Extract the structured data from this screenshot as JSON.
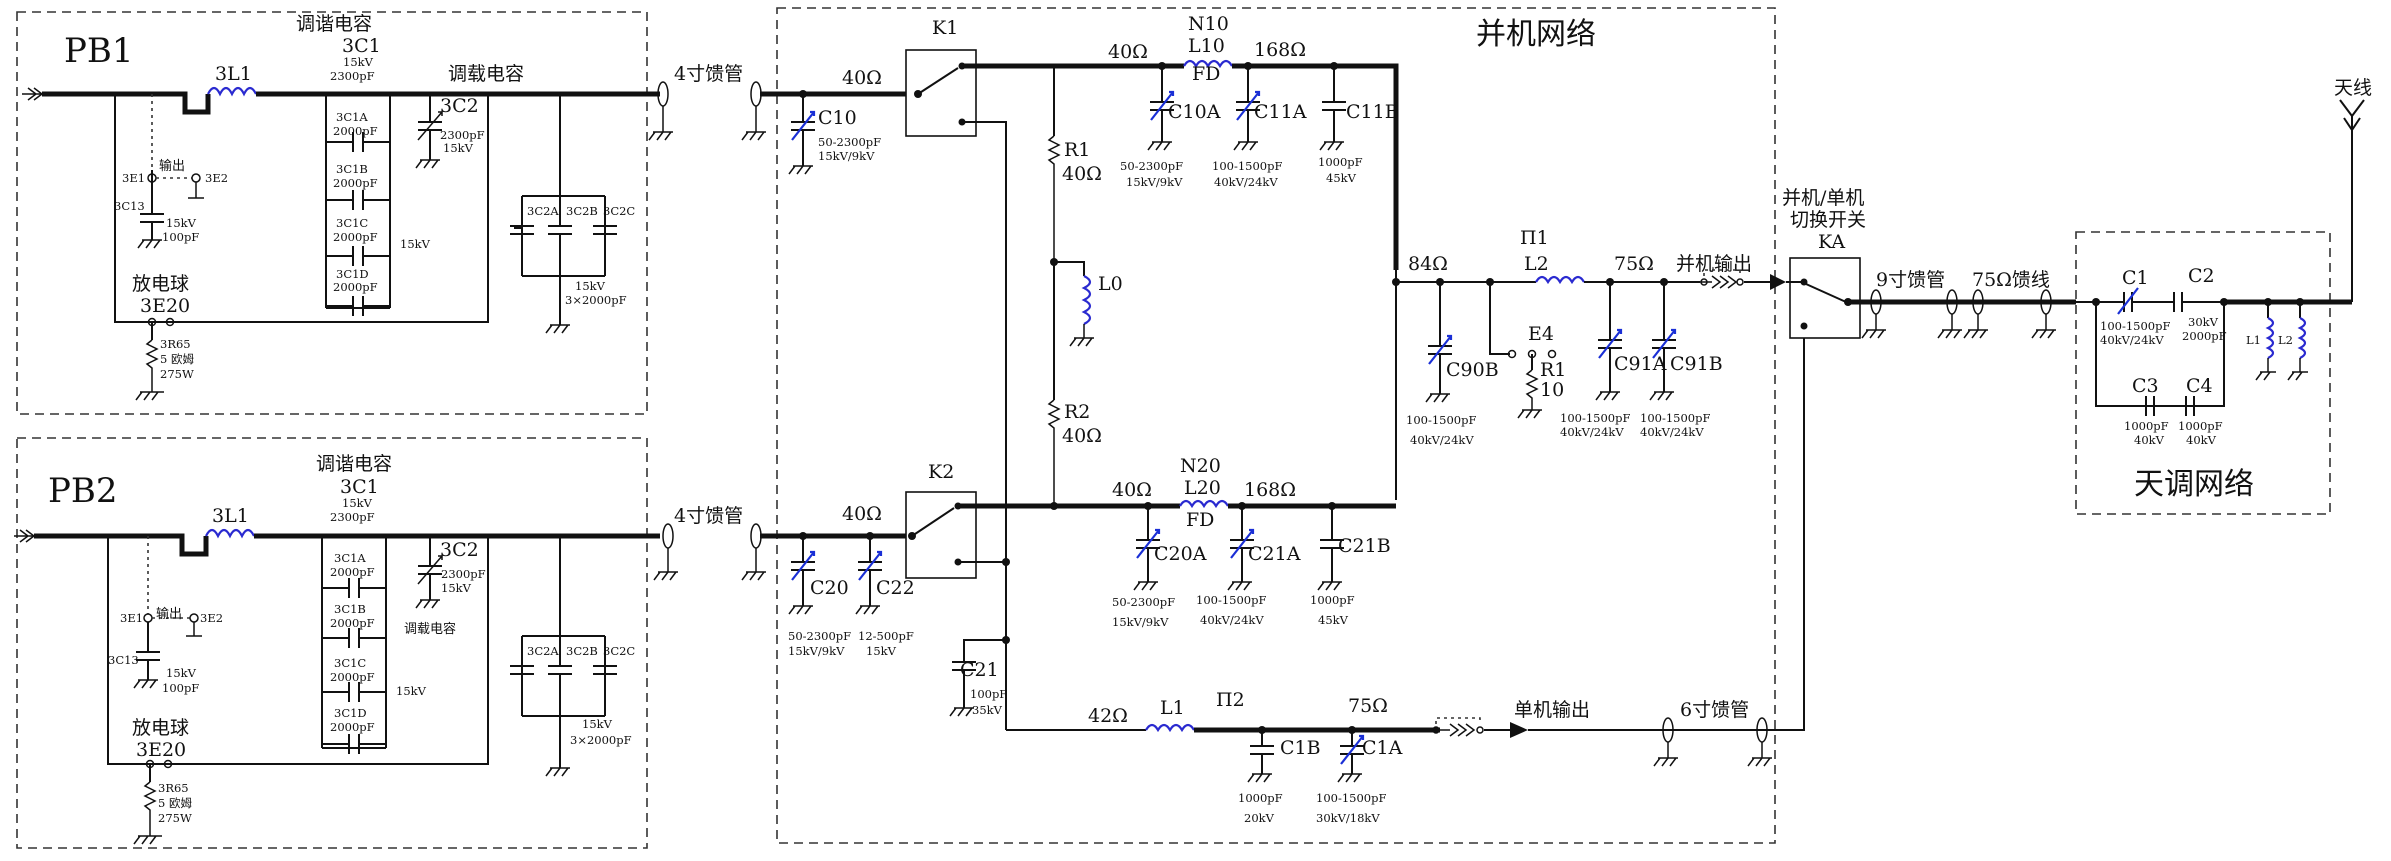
{
  "sections": {
    "pb1": "PB1",
    "pb2": "PB2",
    "parallel_network": "并机网络",
    "antenna_tuning": "天调网络",
    "antenna": "天线"
  },
  "pb1": {
    "tuning_cap_title": "调谐电容",
    "load_cap_title": "调载电容",
    "feeder": "4寸馈管",
    "l1": "3L1",
    "c1": "3C1",
    "c1_v": "15kV",
    "c1_c": "2300pF",
    "c1a": "3C1A",
    "c1a_c": "2000pF",
    "c1b": "3C1B",
    "c1b_c": "2000pF",
    "c1c": "3C1C",
    "c1c_c": "2000pF",
    "c1d": "3C1D",
    "c1d_c": "2000pF",
    "c1_bank_v": "15kV",
    "c2": "3C2",
    "c2_c": "2300pF",
    "c2_v": "15kV",
    "c2a": "3C2A",
    "c2b": "3C2B",
    "c2c": "3C2C",
    "c2_bank_v": "15kV",
    "c2_bank_c": "3×2000pF",
    "output": "输出",
    "e1": "3E1",
    "e2": "3E2",
    "c13": "3C13",
    "c13_v": "15kV",
    "c13_c": "100pF",
    "spark_ball": "放电球",
    "e20": "3E20",
    "r65": "3R65",
    "r65_v": "5 欧姆",
    "r65_p": "275W"
  },
  "pb2": {
    "tuning_cap_title": "调谐电容",
    "load_cap_title": "调载电容",
    "feeder": "4寸馈管",
    "l1": "3L1",
    "c1": "3C1",
    "c1_v": "15kV",
    "c1_c": "2300pF",
    "c1a": "3C1A",
    "c1a_c": "2000pF",
    "c1b": "3C1B",
    "c1b_c": "2000pF",
    "c1c": "3C1C",
    "c1c_c": "2000pF",
    "c1d": "3C1D",
    "c1d_c": "2000pF",
    "c1_bank_v": "15kV",
    "c2": "3C2",
    "c2_c": "2300pF",
    "c2_v": "15kV",
    "c2a": "3C2A",
    "c2b": "3C2B",
    "c2c": "3C2C",
    "c2_bank_v": "15kV",
    "c2_bank_c": "3×2000pF",
    "output": "输出",
    "e1": "3E1",
    "e2": "3E2",
    "c13": "3C13",
    "c13_v": "15kV",
    "c13_c": "100pF",
    "spark_ball": "放电球",
    "e20": "3E20",
    "r65": "3R65",
    "r65_v": "5 欧姆",
    "r65_p": "275W"
  },
  "network": {
    "k1": "K1",
    "k2": "K2",
    "z40_in1": "40Ω",
    "z40_in2": "40Ω",
    "c10": "C10",
    "c10_c": "50-2300pF",
    "c10_v": "15kV/9kV",
    "c20": "C20",
    "c20_c": "50-2300pF",
    "c20_v": "15kV/9kV",
    "c22": "C22",
    "c22_c": "12-500pF",
    "c22_v": "15kV",
    "z40_a": "40Ω",
    "n10": "N10",
    "l10": "L10",
    "fd1": "FD",
    "z168_a": "168Ω",
    "c10a": "C10A",
    "c10a_c": "50-2300pF",
    "c10a_v": "15kV/9kV",
    "c11a": "C11A",
    "c11a_c": "100-1500pF",
    "c11a_v": "40kV/24kV",
    "c11b": "C11B",
    "c11b_c": "1000pF",
    "c11b_v": "45kV",
    "r1": "R1",
    "r1_v": "40Ω",
    "l0": "L0",
    "r2": "R2",
    "r2_v": "40Ω",
    "z40_b": "40Ω",
    "n20": "N20",
    "l20": "L20",
    "fd2": "FD",
    "z168_b": "168Ω",
    "c20a": "C20A",
    "c20a_c": "50-2300pF",
    "c20a_v": "15kV/9kV",
    "c21a": "C21A",
    "c21a_c": "100-1500pF",
    "c21a_v": "40kV/24kV",
    "c21b": "C21B",
    "c21b_c": "1000pF",
    "c21b_v": "45kV",
    "c21": "C21",
    "c21_c": "100pF",
    "c21_v": "35kV",
    "z84": "84Ω",
    "pi1": "Π1",
    "l2": "L2",
    "z75_a": "75Ω",
    "parallel_out": "并机输出",
    "c90b": "C90B",
    "c90b_c": "100-1500pF",
    "c90b_v": "40kV/24kV",
    "e4": "E4",
    "r1b": "R1",
    "r1b_v": "10",
    "c91a": "C91A",
    "c91a_c": "100-1500pF",
    "c91a_v": "40kV/24kV",
    "c91b": "C91B",
    "c91b_c": "100-1500pF",
    "c91b_v": "40kV/24kV",
    "z42": "42Ω",
    "l1": "L1",
    "pi2": "Π2",
    "z75_b": "75Ω",
    "single_out": "单机输出",
    "feeder6": "6寸馈管",
    "c1b": "C1B",
    "c1b_c": "1000pF",
    "c1b_v": "20kV",
    "c1a": "C1A",
    "c1a_c": "100-1500pF",
    "c1a_v": "30kV/18kV"
  },
  "switch": {
    "line1": "并机/单机",
    "line2": "切换开关",
    "ka": "KA",
    "feeder9": "9寸馈管",
    "feed75": "75Ω馈线"
  },
  "atu": {
    "c1": "C1",
    "c1_c": "100-1500pF",
    "c1_v": "40kV/24kV",
    "c2": "C2",
    "c2_v": "30kV",
    "c2_c": "2000pF",
    "c3": "C3",
    "c3_c": "1000pF",
    "c3_v": "40kV",
    "c4": "C4",
    "c4_c": "1000pF",
    "c4_v": "40kV",
    "l1": "L1",
    "l2": "L2"
  }
}
